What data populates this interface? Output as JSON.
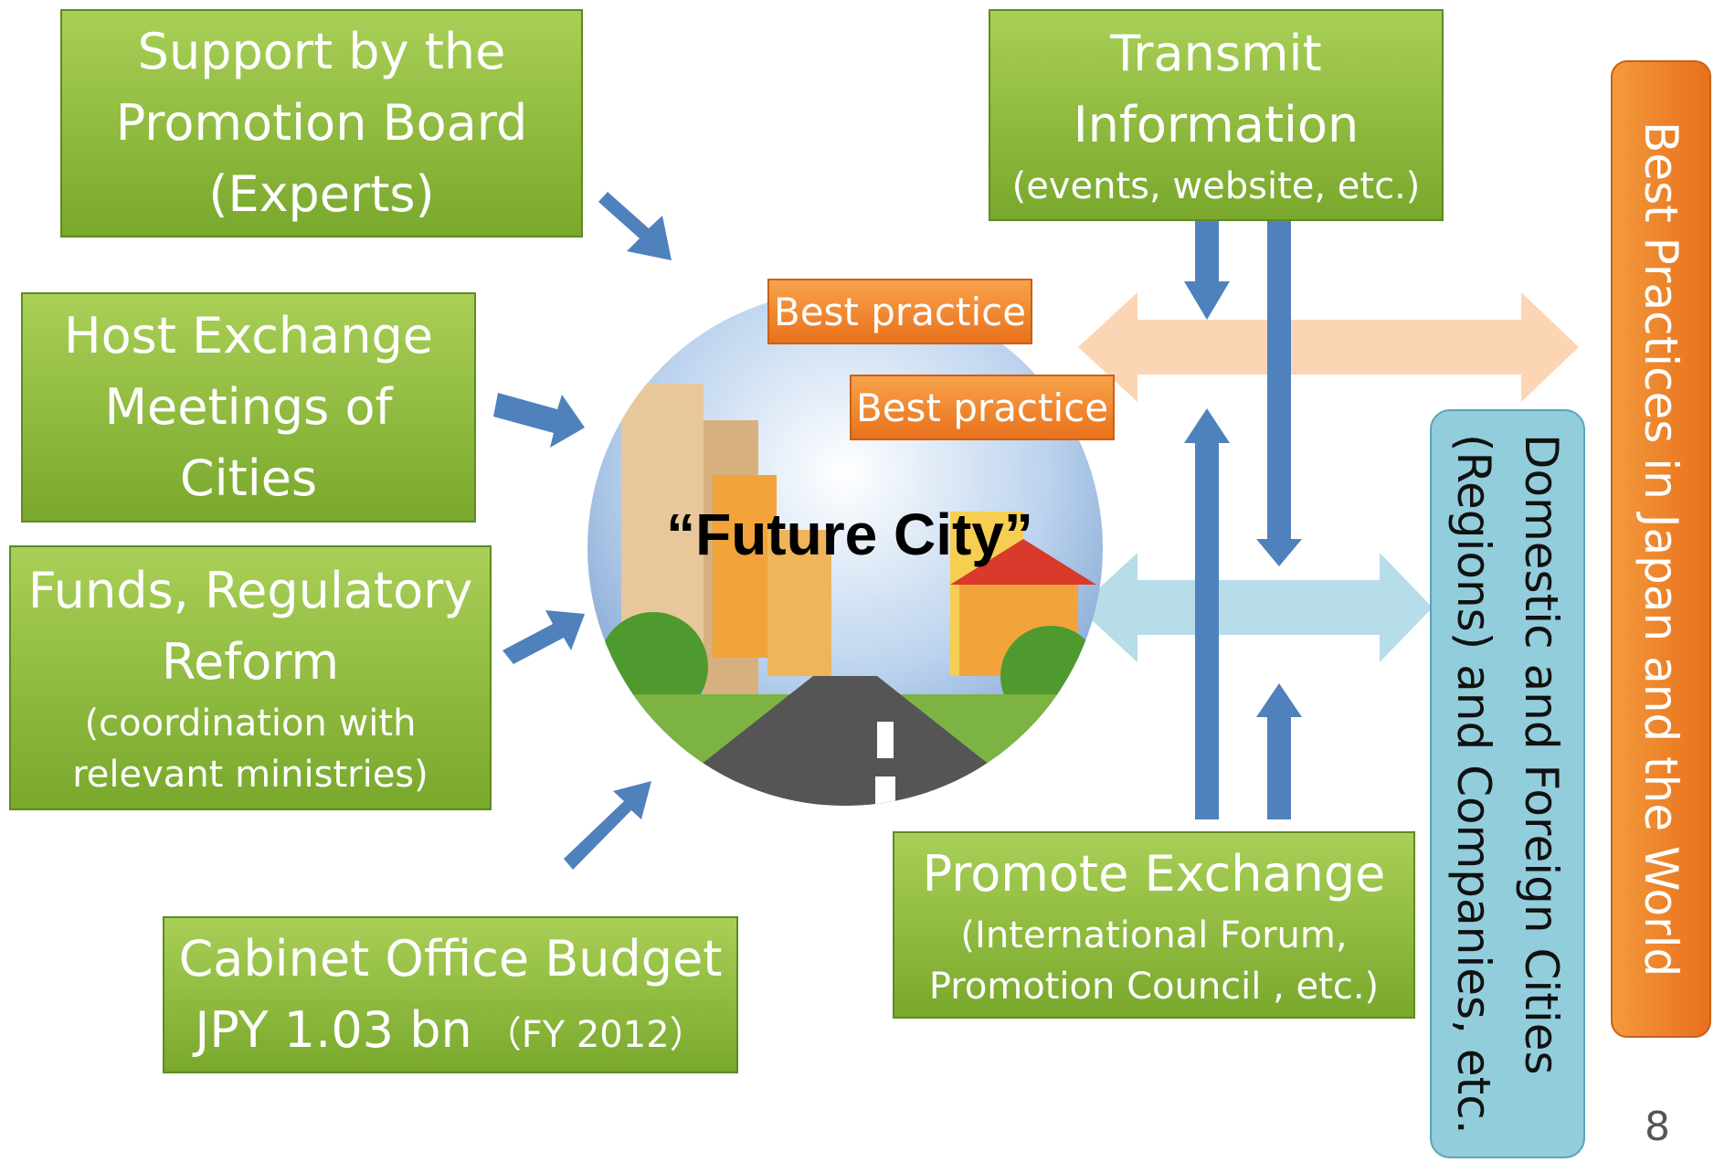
{
  "boxes": {
    "support": {
      "l1": "Support by the",
      "l2": "Promotion Board",
      "l3": "(Experts)"
    },
    "host": {
      "l1": "Host Exchange",
      "l2": "Meetings of",
      "l3": "Cities"
    },
    "funds": {
      "l1": "Funds, Regulatory",
      "l2": "Reform",
      "l3": "(coordination with",
      "l4": "relevant ministries)"
    },
    "budget": {
      "l1": "Cabinet Office Budget",
      "l2": "JPY 1.03 bn",
      "l3": "（FY 2012）"
    },
    "transmit": {
      "l1": "Transmit",
      "l2": "Information",
      "l3": "(events, website, etc.)"
    },
    "promote": {
      "l1": "Promote Exchange",
      "l2": "(International Forum,",
      "l3": "Promotion Council , etc.)"
    }
  },
  "center_label": "“Future City”",
  "best_practice_1": "Best practice",
  "best_practice_2": "Best practice",
  "domestic": {
    "l1": "Domestic and Foreign Cities",
    "l2": "(Regions) and Companies, etc."
  },
  "world": "Best Practices in Japan and the World",
  "page_number": "8",
  "colors": {
    "green": "#8dbb3e",
    "orange": "#ef7d22",
    "blue_arrow": "#4f81bd",
    "light_blue": "#92cddc",
    "peach": "#fcd5b4"
  }
}
